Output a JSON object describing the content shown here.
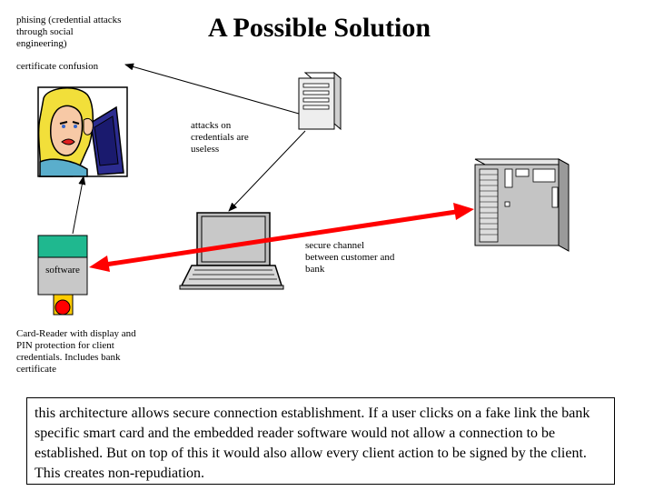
{
  "title": "A Possible Solution",
  "labels": {
    "phishing": "phising (credential attacks through social engineering)",
    "cert_confusion": "certificate confusion",
    "attacks_useless": "attacks on credentials are useless",
    "secure_channel": "secure channel between customer and bank",
    "software": "software",
    "card_reader": "Card-Reader with display and PIN protection for client credentials. Includes bank certificate"
  },
  "caption": "this architecture allows secure connection establishment. If a user clicks on a fake link the bank specific smart card and the embedded reader software would not allow a connection to be established. But on top of this it would also allow every client action to be signed by the client. This creates non-repudiation.",
  "colors": {
    "channel_arrow": "#ff0000",
    "reader_top": "#1fb88f",
    "reader_body": "#c8c8c8",
    "pin_button": "#ff0000",
    "pin_pad": "#ffcc00"
  },
  "icons": {
    "user": "woman-at-computer-icon",
    "server": "server-tower-icon",
    "laptop": "laptop-icon",
    "bank": "mainframe-icon",
    "reader": "card-reader-icon"
  }
}
